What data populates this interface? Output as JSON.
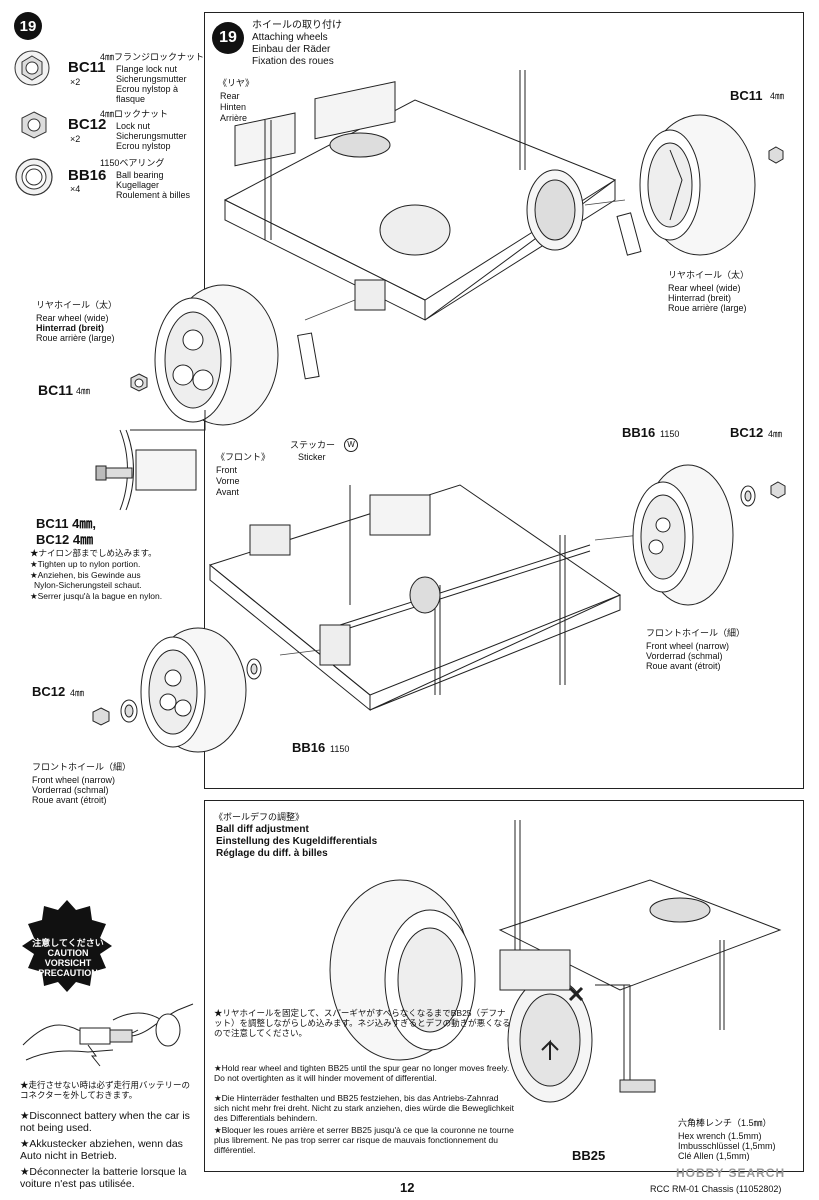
{
  "left_panel": {
    "step_number": "19",
    "parts": [
      {
        "code": "BC11",
        "qty": "×2",
        "ja": "4㎜フランジロックナット",
        "en": "Flange lock nut",
        "de": "Sicherungsmutter",
        "fr": "Ecrou nylstop à flasque"
      },
      {
        "code": "BC12",
        "qty": "×2",
        "ja": "4㎜ロックナット",
        "en": "Lock nut",
        "de": "Sicherungsmutter",
        "fr": "Ecrou nylstop"
      },
      {
        "code": "BB16",
        "qty": "×4",
        "ja": "1150ベアリング",
        "en": "Ball bearing",
        "de": "Kugellager",
        "fr": "Roulement à billes"
      }
    ],
    "caution": {
      "ja": "注意してください",
      "en": "CAUTION",
      "de": "VORSICHT",
      "fr": "PRECAUTION",
      "notes": [
        "★走行させない時は必ず走行用バッテリーのコネクターを外しておきます。",
        "★Disconnect battery when the car is not being used.",
        "★Akkustecker abziehen, wenn das Auto nicht in Betrieb.",
        "★Déconnecter la batterie lorsque la voiture n'est pas utilisée."
      ]
    }
  },
  "step19": {
    "step_number": "19",
    "title_ja": "ホイールの取り付け",
    "title_en": "Attaching wheels",
    "title_de": "Einbau der Räder",
    "title_fr": "Fixation des roues",
    "rear": {
      "ja": "《リヤ》",
      "en": "Rear",
      "de": "Hinten",
      "fr": "Arrière",
      "bc11_right": "BC11",
      "bc11_right_size": "4㎜",
      "right_wheel": [
        "リヤホイール（太）",
        "Rear wheel (wide)",
        "Hinterrad (breit)",
        "Roue arrière (large)"
      ],
      "left_wheel": [
        "リヤホイール（太）",
        "Rear wheel (wide)",
        "Hinterrad (breit)",
        "Roue arrière (large)"
      ],
      "bc11_left": "BC11",
      "bc11_left_size": "4㎜"
    },
    "front": {
      "ja": "《フロント》",
      "en": "Front",
      "de": "Vorne",
      "fr": "Avant",
      "sticker_ja": "ステッカー",
      "sticker_mark": "W",
      "sticker_en": "Sticker",
      "bb16_top": "BB16",
      "bb16_top_size": "1150",
      "bc12_top": "BC12",
      "bc12_top_size": "4㎜",
      "right_wheel": [
        "フロントホイール（細）",
        "Front wheel (narrow)",
        "Vorderrad (schmal)",
        "Roue avant (étroit)"
      ],
      "bc11_bc12": [
        "BC11 4㎜,",
        "BC12 4㎜"
      ],
      "nylon_notes": [
        "★ナイロン部までしめ込みます。",
        "★Tighten up to nylon portion.",
        "★Anziehen, bis Gewinde aus",
        "Nylon-Sicherungsteil schaut.",
        "★Serrer jusqu'à la bague en nylon."
      ],
      "bc12_left": "BC12",
      "bc12_left_size": "4㎜",
      "bb16_bottom": "BB16",
      "bb16_bottom_size": "1150",
      "left_wheel": [
        "フロントホイール（細）",
        "Front wheel (narrow)",
        "Vorderrad (schmal)",
        "Roue avant (étroit)"
      ]
    }
  },
  "ball_diff": {
    "title_ja": "《ボールデフの調整》",
    "title_en": "Ball diff adjustment",
    "title_de": "Einstellung des Kugeldifferentials",
    "title_fr": "Réglage du diff. à billes",
    "notes": [
      "★リヤホイールを固定して、スパーギヤがすべらなくなるまでBB25（デフナット）を調整しながらしめ込みます。ネジ込みすぎるとデフの動きが悪くなるので注意してください。",
      "★Hold rear wheel and tighten BB25 until the spur gear no longer moves freely. Do not overtighten as it will hinder movement of differential.",
      "★Die Hinterräder festhalten und BB25 festziehen, bis das Antriebs-Zahnrad sich nicht mehr frei dreht. Nicht zu stark anziehen, dies würde die Beweglichkeit des Differentials behindern.",
      "★Bloquer les roues arrière et serrer BB25 jusqu'à ce que la couronne ne tourne plus librement. Ne pas trop serrer car risque de mauvais fonctionnement du différentiel."
    ],
    "bb25": "BB25",
    "wrench": [
      "六角棒レンチ（1.5㎜）",
      "Hex wrench (1.5mm)",
      "Imbusschlüssel (1,5mm)",
      "Clé Allen (1,5mm)"
    ]
  },
  "footer": {
    "page_number": "12",
    "watermark": "HOBBY SEARCH",
    "chassis": "RCC RM-01 Chassis (11052802)"
  }
}
